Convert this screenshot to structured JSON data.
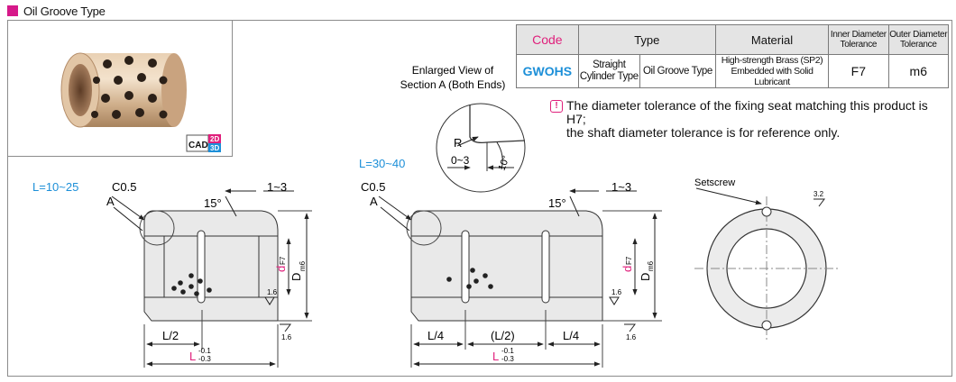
{
  "header": {
    "title": "Oil Groove Type"
  },
  "photo": {
    "cad_label": "CAD",
    "cad_2d": "2D",
    "cad_3d": "3D"
  },
  "table": {
    "headers": {
      "code": "Code",
      "type": "Type",
      "material": "Material",
      "inner_tol_1": "Inner Diameter",
      "inner_tol_2": "Tolerance",
      "outer_tol_1": "Outer Diameter",
      "outer_tol_2": "Tolerance"
    },
    "row": {
      "code": "GWOHS",
      "type1_line1": "Straight",
      "type1_line2": "Cylinder Type",
      "type2": "Oil Groove Type",
      "material_line1": "High-strength Brass (SP2)",
      "material_line2": "Embedded with Solid Lubricant",
      "inner_tol": "F7",
      "outer_tol": "m6"
    }
  },
  "note": {
    "line1": "The diameter tolerance of the fixing seat matching this product is H7;",
    "line2": "the shaft diameter tolerance is for reference only."
  },
  "enlarged": {
    "title_line1": "Enlarged View of",
    "title_line2": "Section A (Both Ends)",
    "r": "R",
    "range": "0~3",
    "angle": "10°"
  },
  "left_drawing": {
    "range": "L=10~25",
    "chamfer": "C0.5",
    "section": "A",
    "angle": "15°",
    "groove": "1~3",
    "half": "L/2",
    "length": "L",
    "tol_upper": "-0.1",
    "tol_lower": "-0.3",
    "inner_d": "d",
    "inner_d_tol": "F7",
    "outer_d": "D",
    "outer_d_tol": "m6",
    "rough_inner": "1.6",
    "rough_outer": "1.6"
  },
  "right_drawing": {
    "range": "L=30~40",
    "chamfer": "C0.5",
    "section": "A",
    "angle": "15°",
    "groove": "1~3",
    "quarter_left": "L/4",
    "half": "(L/2)",
    "quarter_right": "L/4",
    "length": "L",
    "tol_upper": "-0.1",
    "tol_lower": "-0.3",
    "inner_d": "d",
    "inner_d_tol": "F7",
    "outer_d": "D",
    "outer_d_tol": "m6",
    "rough_inner": "1.6",
    "rough_outer": "1.6"
  },
  "end_view": {
    "setscrew": "Setscrew",
    "roughness": "3.2"
  },
  "colors": {
    "accent_pink": "#e0207c",
    "accent_blue": "#1c8fd8",
    "part_fill": "#e9e9e9",
    "line": "#333333"
  }
}
